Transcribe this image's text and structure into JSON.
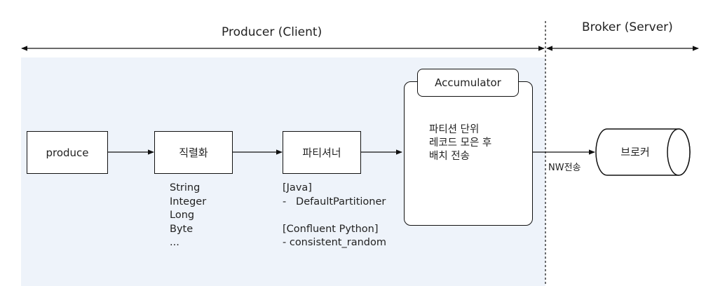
{
  "header": {
    "producer_label": "Producer (Client)",
    "broker_label": "Broker (Server)"
  },
  "nodes": {
    "produce": "produce",
    "serialize": "직렬화",
    "partitioner": "파티셔너",
    "accumulator": "Accumulator",
    "broker": "브로커"
  },
  "accumulator_desc": [
    "파티션 단위",
    "레코드 모은 후",
    "배치 전송"
  ],
  "serializer_types": "String\nInteger\nLong\nByte\n...",
  "partitioner_notes": "[Java]\n-   DefaultPartitioner\n\n[Confluent Python]\n- consistent_random",
  "edge_labels": {
    "network": "NW전송"
  },
  "colors": {
    "producer_bg": "#eef3fa",
    "stroke": "#111111"
  }
}
